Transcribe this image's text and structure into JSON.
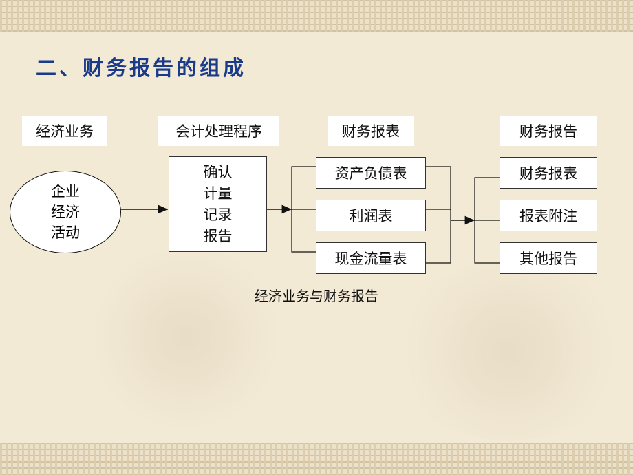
{
  "title": "二、财务报告的组成",
  "headers": {
    "col1": "经济业务",
    "col2": "会计处理程序",
    "col3": "财务报表",
    "col4": "财务报告"
  },
  "oval": [
    "企业",
    "经济",
    "活动"
  ],
  "process": [
    "确认",
    "计量",
    "记录",
    "报告"
  ],
  "statements": [
    "资产负债表",
    "利润表",
    "现金流量表"
  ],
  "report_parts": [
    "财务报表",
    "报表附注",
    "其他报告"
  ],
  "caption": "经济业务与财务报告"
}
